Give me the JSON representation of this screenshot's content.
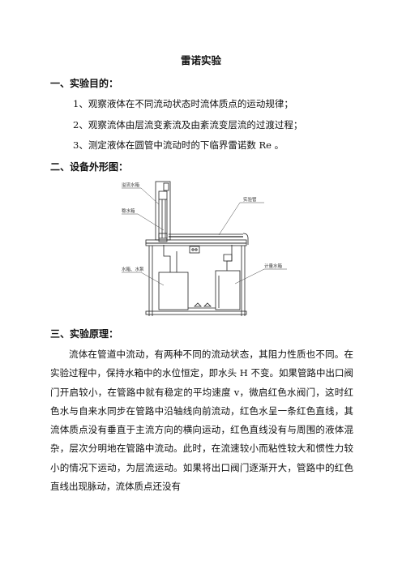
{
  "title": "雷诺实验",
  "sections": [
    {
      "heading": "一、实验目的：",
      "items": [
        "1、观察液体在不同流动状态时流体质点的运动规律；",
        "2、观察流体由层流变紊流及由紊流变层流的过渡过程；",
        "3、测定液体在圆管中流动时的下临界雷诺数 Re 。"
      ]
    },
    {
      "heading": "二、设备外形图："
    },
    {
      "heading": "三、实验原理：",
      "paragraph": "流体在管道中流动，有两种不同的流动状态，其阻力性质也不同。在实验过程中，保持水箱中的水位恒定，即水头 H 不变。如果管路中出口阀门开启较小，在管路中就有稳定的平均速度 v，微启红色水阀门，这时红色水与自来水同步在管路中沿轴线向前流动，红色水呈一条红色直线，其流体质点没有垂直于主流方向的横向运动，红色直线没有与周围的液体混杂，层次分明地在管路中流动。此时，在流速较小而粘性较大和惯性力较小的情况下运动，为层流运动。如果将出口阀门逐渐开大，管路中的红色直线出现脉动，流体质点还没有"
    }
  ],
  "diagram": {
    "labels": [
      "溢流水箱",
      "稳水箱",
      "实验管",
      "水箱、水泵",
      "计量水箱"
    ]
  }
}
